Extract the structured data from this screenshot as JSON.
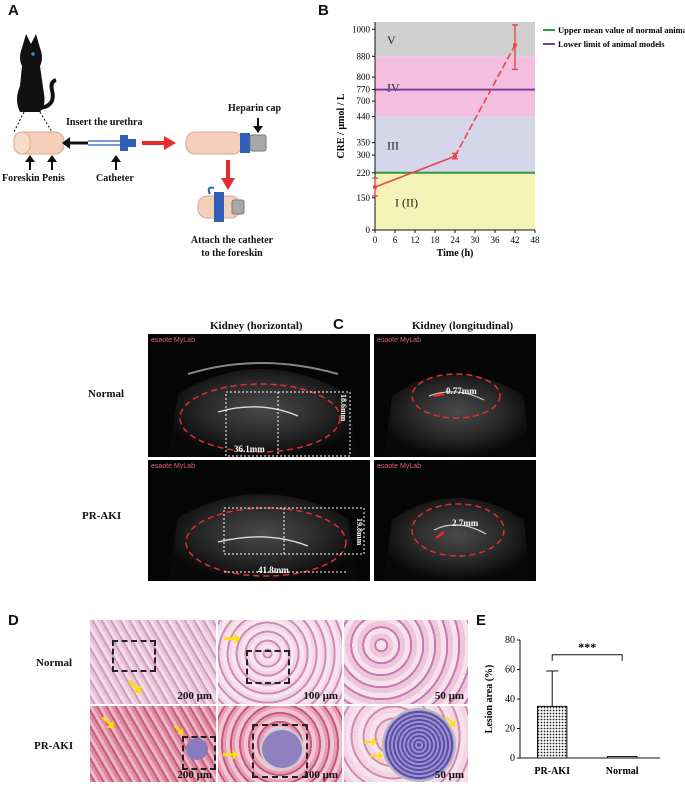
{
  "panels": {
    "a": "A",
    "b": "B",
    "c": "C",
    "d": "D",
    "e": "E"
  },
  "panel_a": {
    "insert_label": "Insert the urethra",
    "heparin_label": "Heparin cap",
    "foreskin_label": "Foreskin",
    "penis_label": "Penis",
    "catheter_label": "Catheter",
    "attach_label_line1": "Attach the catheter",
    "attach_label_line2": "to the foreskin"
  },
  "panel_c": {
    "col1": "Kidney  (horizontal)",
    "col2": "Kidney (longitudinal)",
    "row1": "Normal",
    "row2": "PR-AKI",
    "logo": "esaote MyLab",
    "m_normal_width": "36.1mm",
    "m_normal_height": "18.6mm",
    "m_normal_long": "0.77mm",
    "m_aki_width": "41.8mm",
    "m_aki_height": "19.8mm",
    "m_aki_long": "2.7mm"
  },
  "panel_d": {
    "row1": "Normal",
    "row2": "PR-AKI",
    "scale1": "200 μm",
    "scale2": "100 μm",
    "scale3": "50 μm"
  },
  "chart_data": [
    {
      "type": "line",
      "xlabel": "Time (h)",
      "ylabel": "CRE / μmol / L",
      "xlim": [
        0,
        48
      ],
      "x_ticks": [
        0,
        6,
        12,
        18,
        24,
        30,
        36,
        42,
        48
      ],
      "y_ticks": [
        0,
        150,
        220,
        300,
        350,
        440,
        700,
        770,
        800,
        880,
        1000
      ],
      "y_scale": "piecewise (broken axis)",
      "bands": [
        {
          "label": "V",
          "from": 880,
          "to": 1050,
          "color": "#cfcfcf"
        },
        {
          "label": "IV",
          "from": 440,
          "to": 880,
          "color": "#f2bfe0"
        },
        {
          "label": "III",
          "from": 220,
          "to": 440,
          "color": "#d6d6ea"
        },
        {
          "label": "I (II)",
          "from": 0,
          "to": 220,
          "color": "#f5f3b6"
        }
      ],
      "reference_lines": [
        {
          "name": "Upper mean value of normal animals",
          "y": 220,
          "color": "#2e9a3a"
        },
        {
          "name": "Lower limit of  animal models",
          "y": 770,
          "color": "#7b3f9c"
        }
      ],
      "series": [
        {
          "x": [
            0,
            24,
            42
          ],
          "y": [
            180,
            295,
            930
          ],
          "err": [
            25,
            12,
            100
          ],
          "color": "#e8474a"
        }
      ],
      "legend_position": "right"
    },
    {
      "type": "bar",
      "categories": [
        "PR-AKI",
        "Normal"
      ],
      "values": [
        35,
        1
      ],
      "errors": [
        24,
        0
      ],
      "ylabel": "Lesion area (%)",
      "ylim": [
        0,
        80
      ],
      "y_ticks": [
        0,
        20,
        40,
        60,
        80
      ],
      "significance": "***"
    }
  ]
}
